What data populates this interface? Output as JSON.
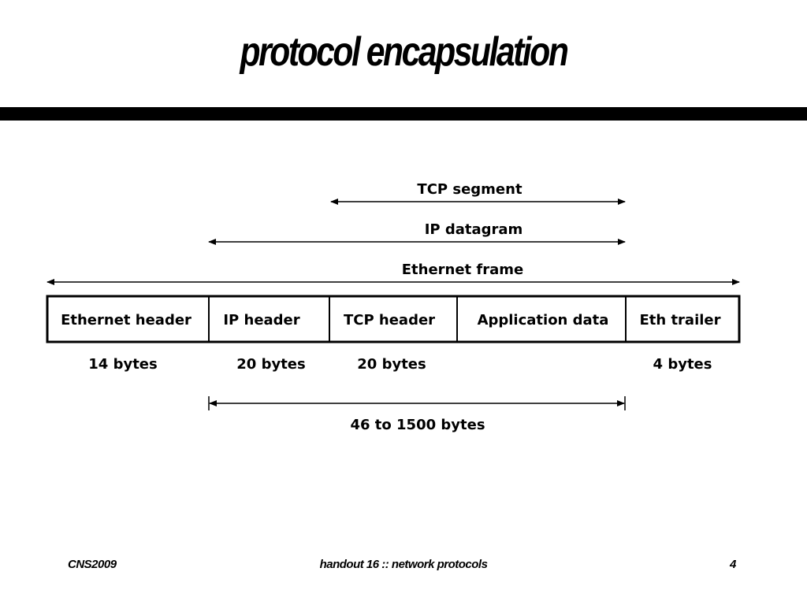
{
  "slide": {
    "title": "protocol encapsulation",
    "footer": {
      "left": "CNS2009",
      "center": "handout 16 :: network protocols",
      "right": "4"
    }
  },
  "diagram": {
    "spans": {
      "tcp_segment": "TCP segment",
      "ip_datagram": "IP datagram",
      "ethernet_frame": "Ethernet frame",
      "payload_size": "46 to 1500 bytes"
    },
    "fields": [
      {
        "name": "Ethernet header",
        "size": "14 bytes"
      },
      {
        "name": "IP header",
        "size": "20 bytes"
      },
      {
        "name": "TCP header",
        "size": "20 bytes"
      },
      {
        "name": "Application data",
        "size": ""
      },
      {
        "name": "Eth trailer",
        "size": "4 bytes"
      }
    ]
  }
}
